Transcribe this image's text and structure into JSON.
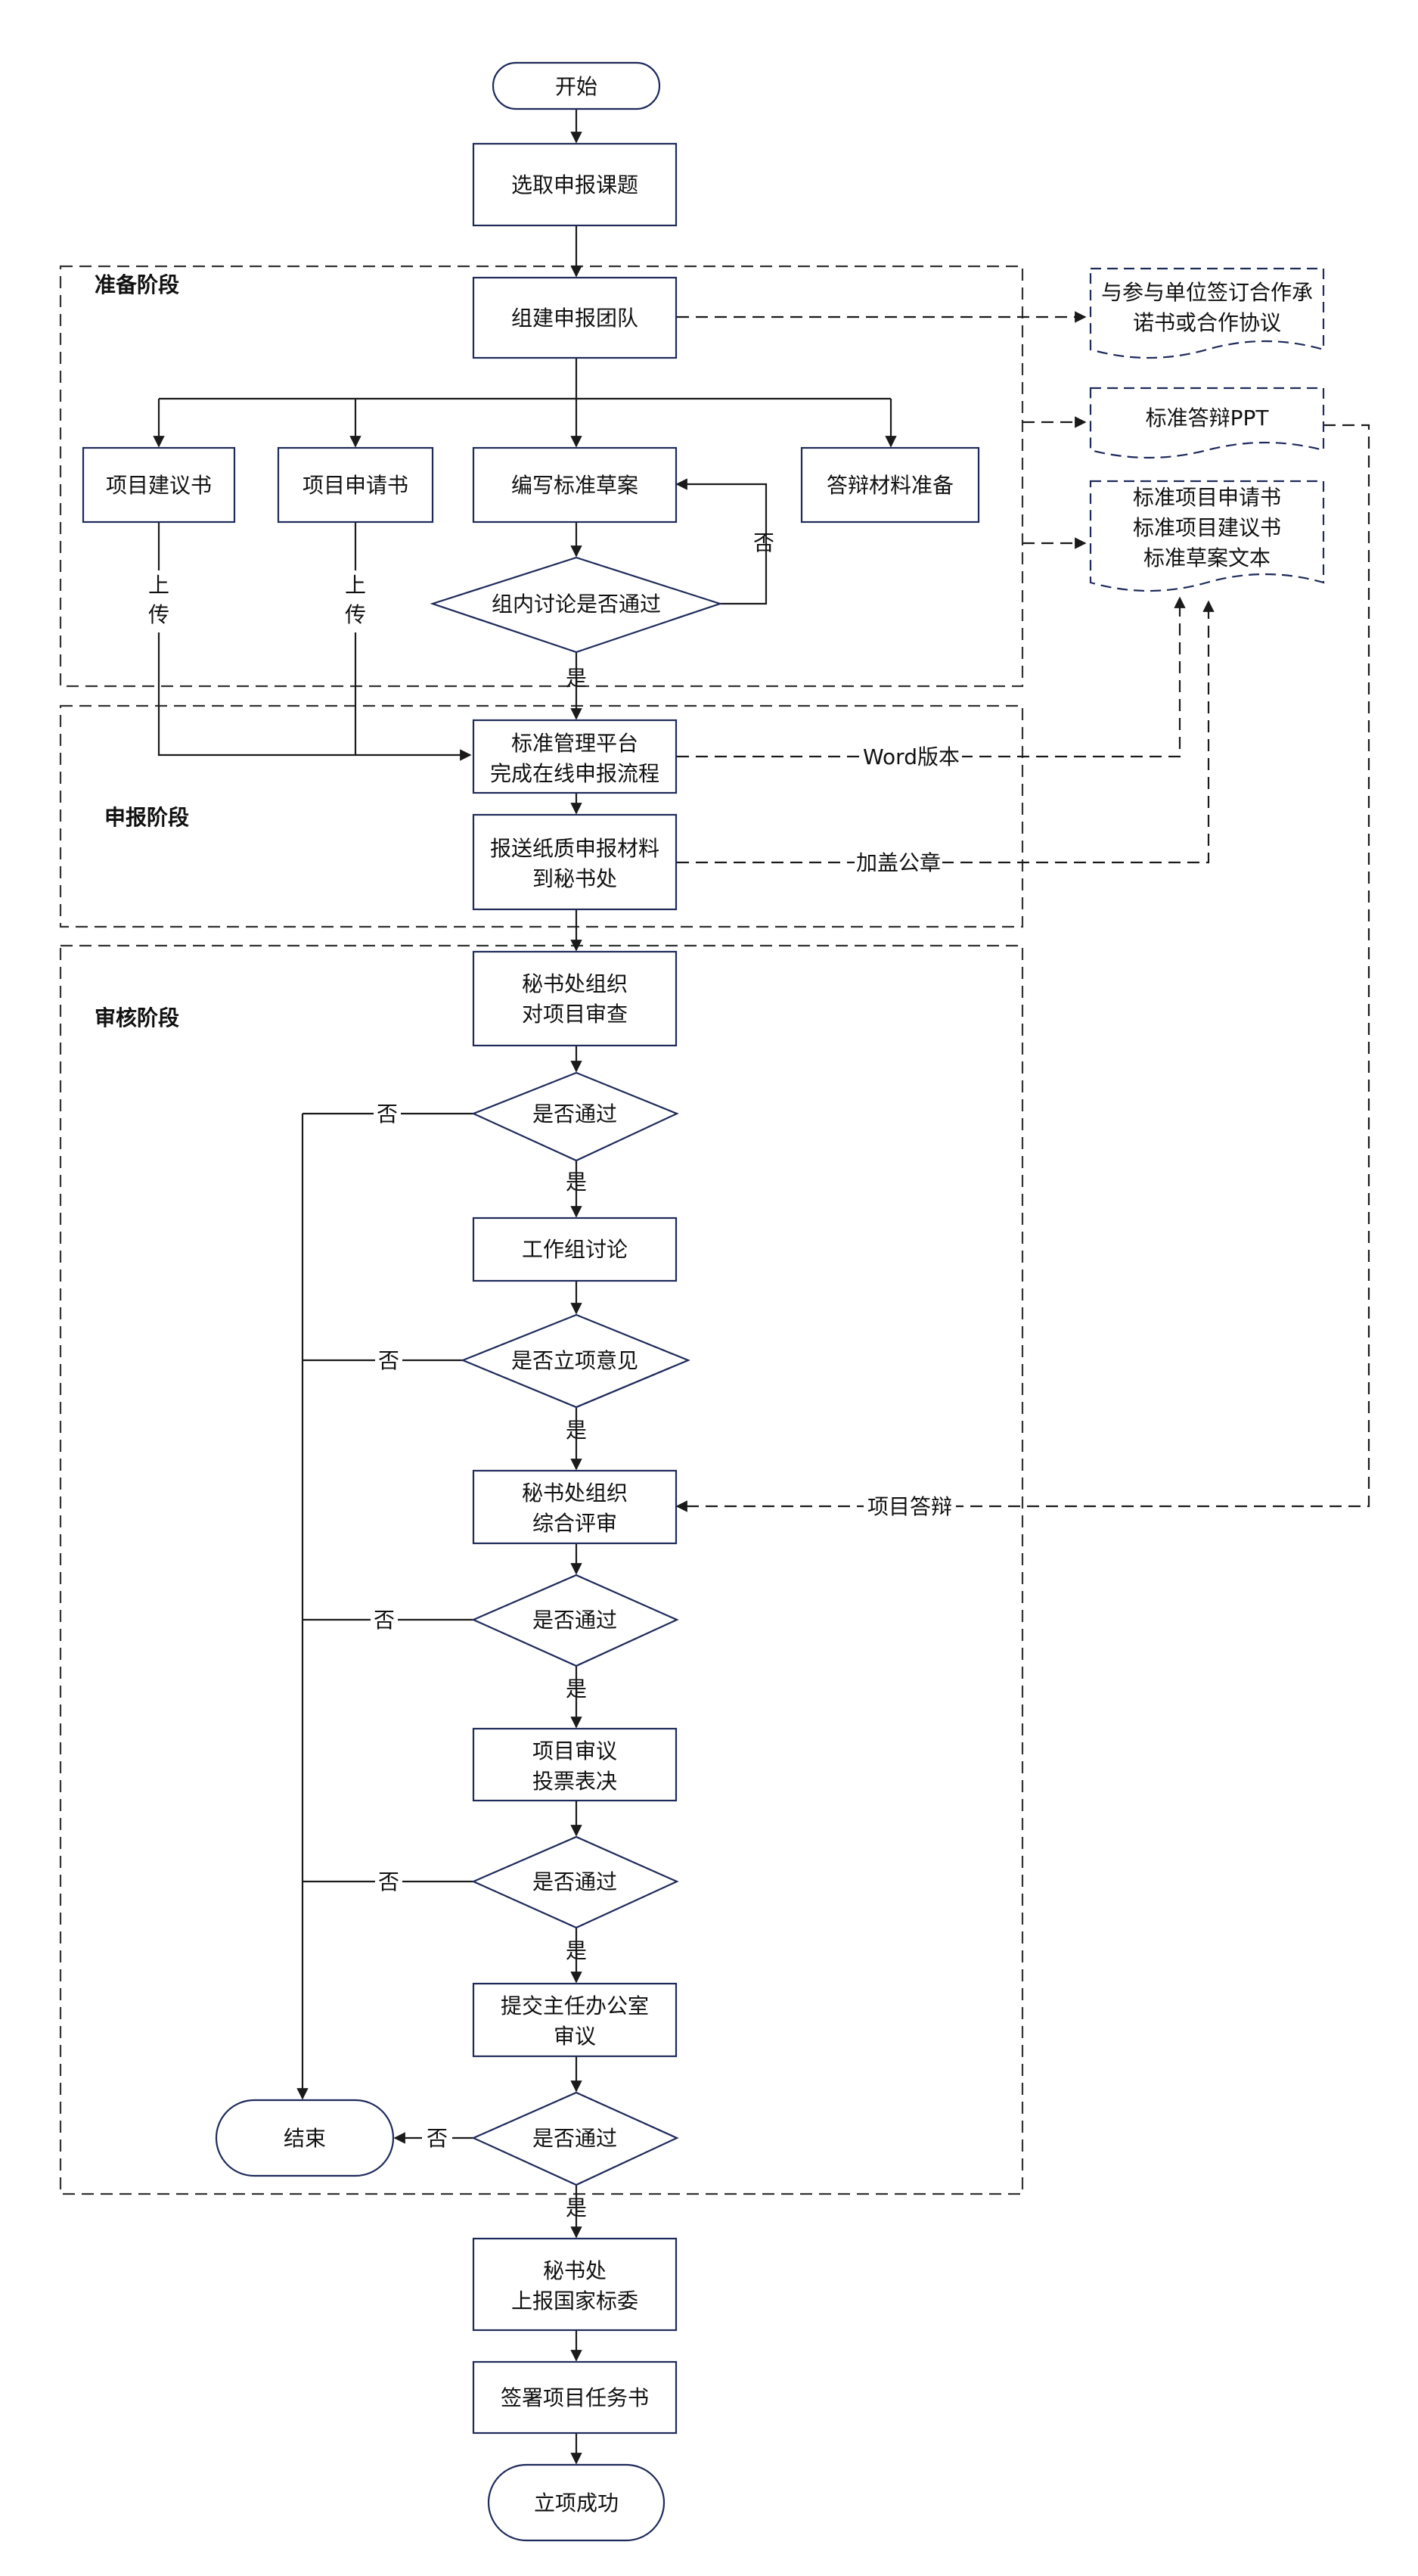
{
  "stages": {
    "prepare": "准备阶段",
    "apply": "申报阶段",
    "review": "审核阶段"
  },
  "nodes": {
    "start": "开始",
    "select_topic": "选取申报课题",
    "form_team": "组建申报团队",
    "proposal": "项目建议书",
    "application": "项目申请书",
    "draft_standard": "编写标准草案",
    "defense_prep": "答辩材料准备",
    "group_pass": "组内讨论是否通过",
    "platform": [
      "标准管理平台",
      "完成在线申报流程"
    ],
    "submit_paper": [
      "报送纸质申报材料",
      "到秘书处"
    ],
    "secretariat_check": [
      "秘书处组织",
      "对项目审查"
    ],
    "check_pass": "是否通过",
    "wg_discuss": "工作组讨论",
    "approve_opinion": "是否立项意见",
    "comprehensive_review": [
      "秘书处组织",
      "综合评审"
    ],
    "review_pass": "是否通过",
    "vote": [
      "项目审议",
      "投票表决"
    ],
    "vote_pass": "是否通过",
    "office_review": [
      "提交主任办公室",
      "审议"
    ],
    "office_pass": "是否通过",
    "end": "结束",
    "report_national": [
      "秘书处",
      "上报国家标委"
    ],
    "sign_task": "签署项目任务书",
    "success": "立项成功"
  },
  "docs": {
    "agreement": [
      "与参与单位签订合作承",
      "诺书或合作协议"
    ],
    "ppt": "标准答辩PPT",
    "texts": [
      "标准项目申请书",
      "标准项目建议书",
      "标准草案文本"
    ]
  },
  "labels": {
    "yes": "是",
    "no": "否",
    "upload": [
      "上",
      "传"
    ],
    "word_version": "Word版本",
    "stamp": "加盖公章",
    "defense": "项目答辩"
  }
}
